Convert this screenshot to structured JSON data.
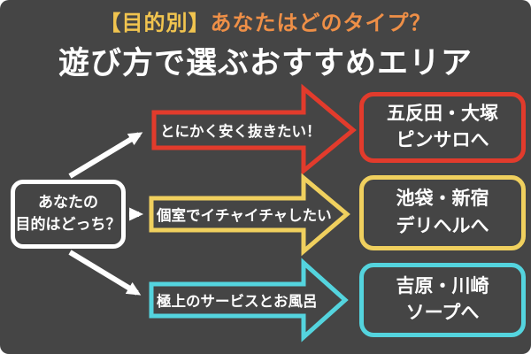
{
  "colors": {
    "page_bg": "#ffffff",
    "panel_bg": "#454545",
    "white": "#ffffff",
    "title_bracket_yellow": "#f1c44f",
    "title_orange": "#ee8f47",
    "red": "#e23b2c",
    "yellow": "#f0d05e",
    "cyan": "#54d4de"
  },
  "header": {
    "kicker_bracket": "【目的別】",
    "kicker_rest": "あなたはどのタイプ？",
    "title": "遊び方で選ぶおすすめエリア"
  },
  "flow": {
    "source": {
      "line1": "あなたの",
      "line2": "目的はどっち？"
    },
    "branches": [
      {
        "label": "とにかく安く抜きたい！",
        "color": "#e23b2c",
        "dest_line1": "五反田・大塚",
        "dest_line2": "ピンサロへ"
      },
      {
        "label": "個室でイチャイチャしたい",
        "color": "#f0d05e",
        "dest_line1": "池袋・新宿",
        "dest_line2": "デリヘルへ"
      },
      {
        "label": "極上のサービスとお風呂",
        "color": "#54d4de",
        "dest_line1": "吉原・川崎",
        "dest_line2": "ソープへ"
      }
    ]
  }
}
